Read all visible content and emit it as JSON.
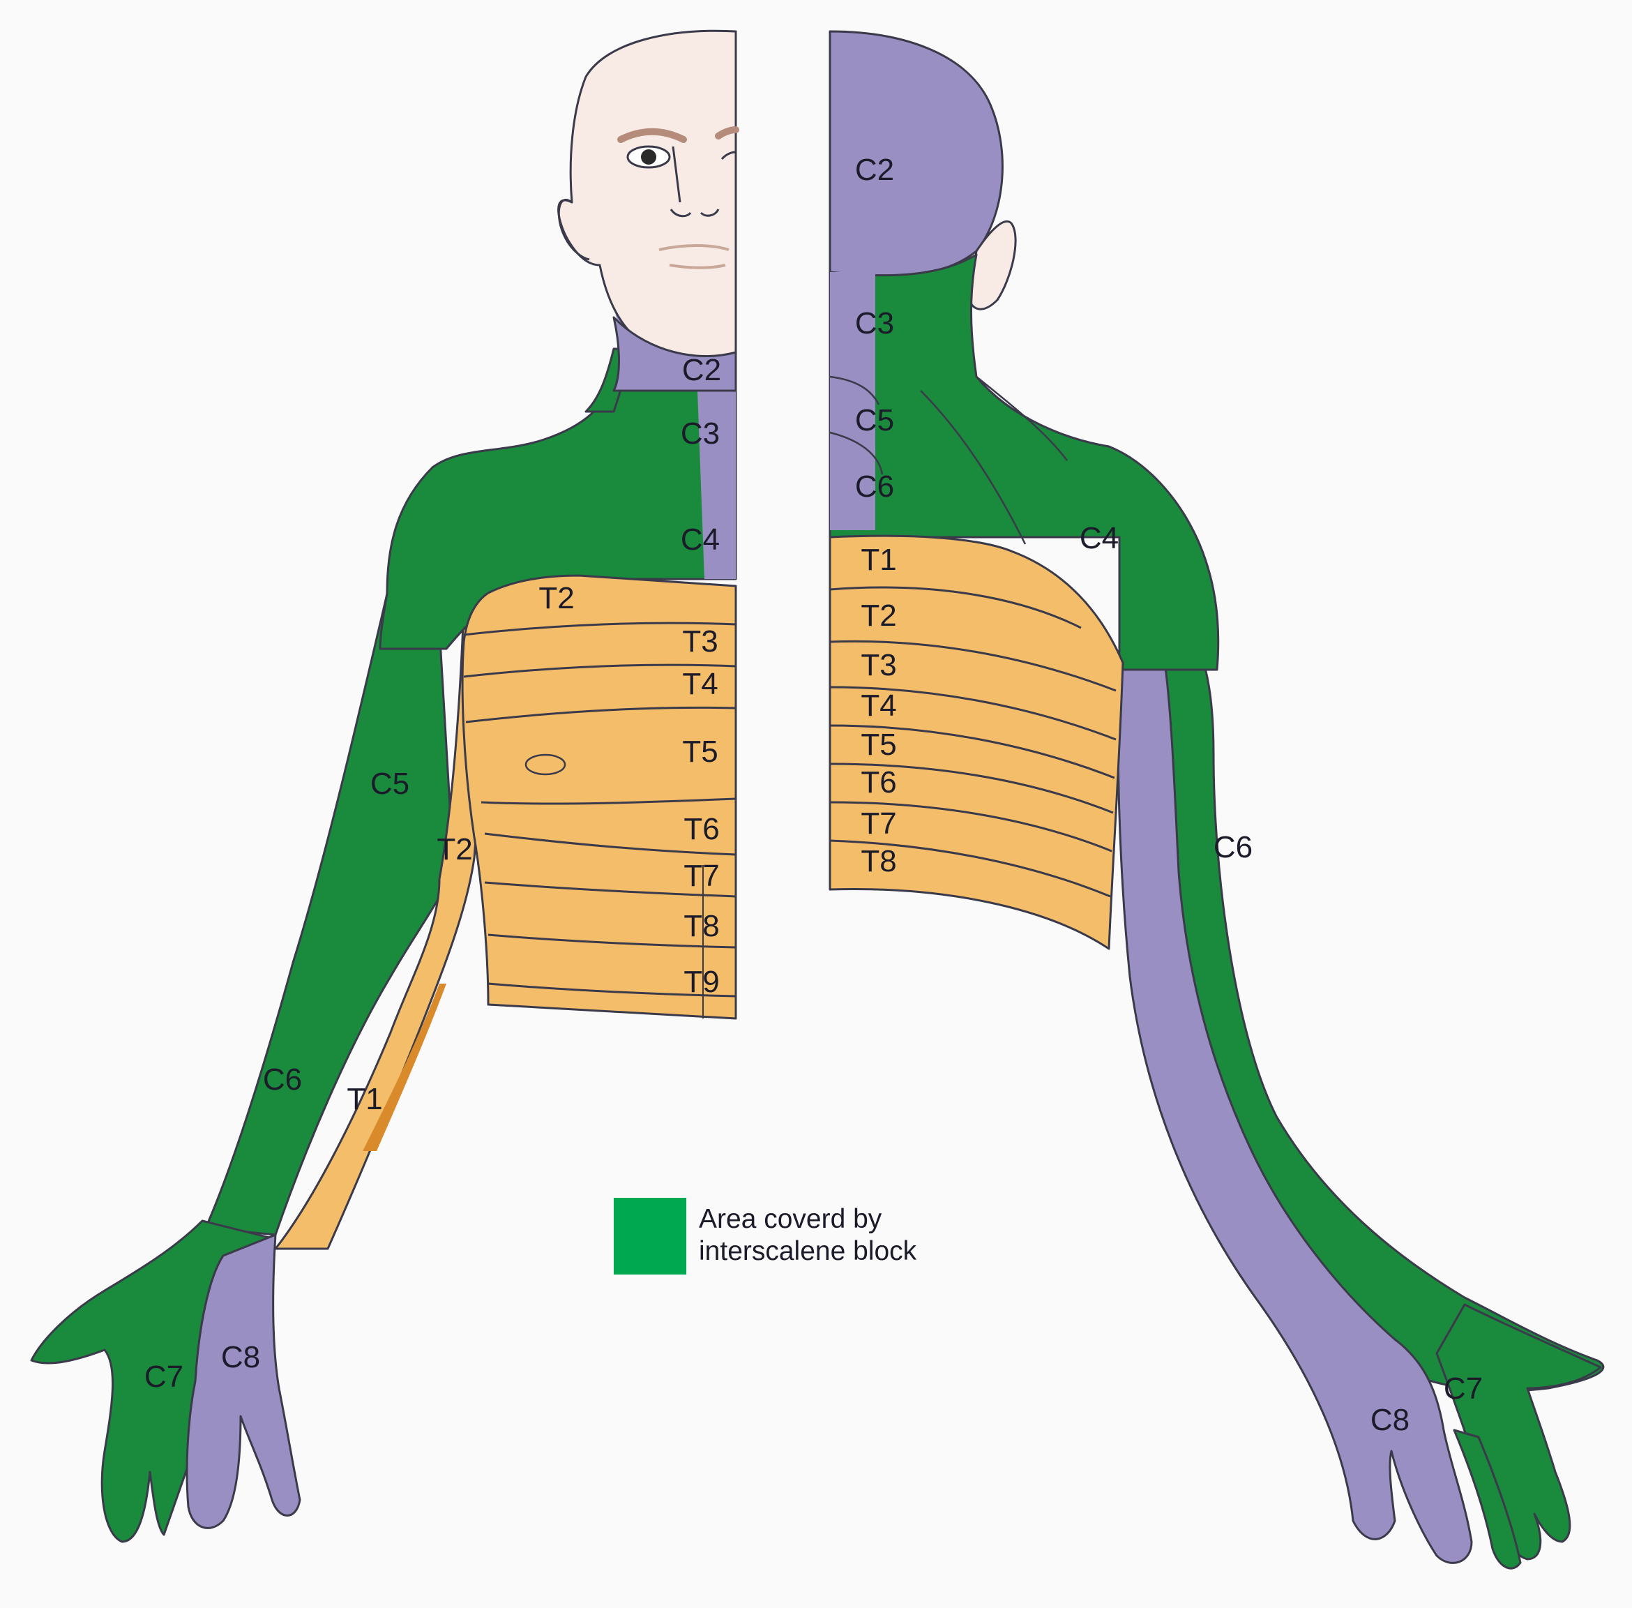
{
  "colors": {
    "green": "#1a8a3c",
    "purple": "#9a8fc2",
    "orange": "#f4bd6a",
    "orange_dark": "#d98a2a",
    "skin": "#f8ebe6",
    "outline": "#3a3a4a",
    "legend_green": "#00a84f"
  },
  "legend": {
    "swatch_color": "#00a84f",
    "line1": "Area coverd by",
    "line2": "interscalene block"
  },
  "labels": {
    "front": {
      "neck_c2": "C2",
      "neck_c3": "C3",
      "neck_c4": "C4",
      "chest_t2": "T2",
      "chest_t3": "T3",
      "chest_t4": "T4",
      "chest_t5": "T5",
      "chest_t6": "T6",
      "chest_t7": "T7",
      "chest_t8": "T8",
      "chest_t9": "T9",
      "arm_c5": "C5",
      "arm_t2": "T2",
      "arm_c6": "C6",
      "arm_t1": "T1",
      "hand_c7": "C7",
      "hand_c8": "C8"
    },
    "back": {
      "head_c2": "C2",
      "neck_c3": "C3",
      "neck_c5": "C5",
      "neck_c6": "C6",
      "shoulder_c4": "C4",
      "back_t1": "T1",
      "back_t2": "T2",
      "back_t3": "T3",
      "back_t4": "T4",
      "back_t5": "T5",
      "back_t6": "T6",
      "back_t7": "T7",
      "back_t8": "T8",
      "arm_c6": "C6",
      "hand_c7": "C7",
      "hand_c8": "C8"
    }
  }
}
